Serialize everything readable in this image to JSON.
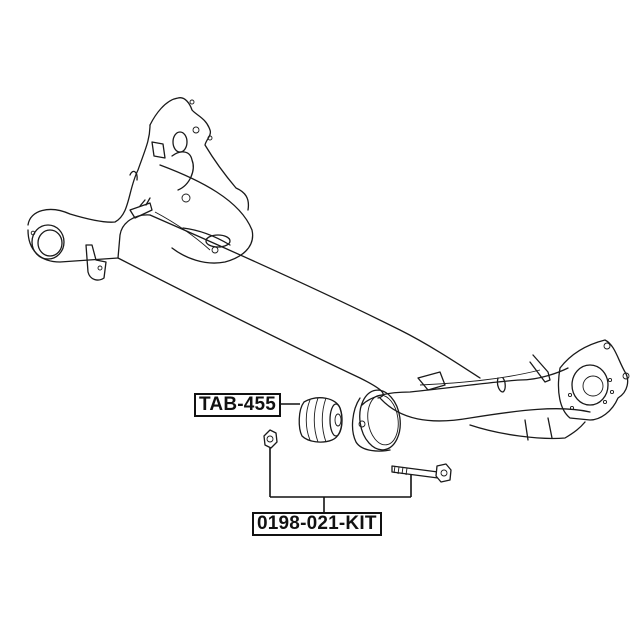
{
  "diagram": {
    "type": "exploded-parts-diagram",
    "subject": "rear axle torsion beam",
    "colors": {
      "line": "#1a1a1a",
      "background": "#ffffff",
      "label_border": "#111111"
    },
    "callouts": [
      {
        "id": "bushing",
        "label": "TAB-455",
        "points_to": "rear beam bushing"
      },
      {
        "id": "kit",
        "label": "0198-021-KIT",
        "points_to": [
          "nut",
          "bolt"
        ]
      }
    ]
  }
}
